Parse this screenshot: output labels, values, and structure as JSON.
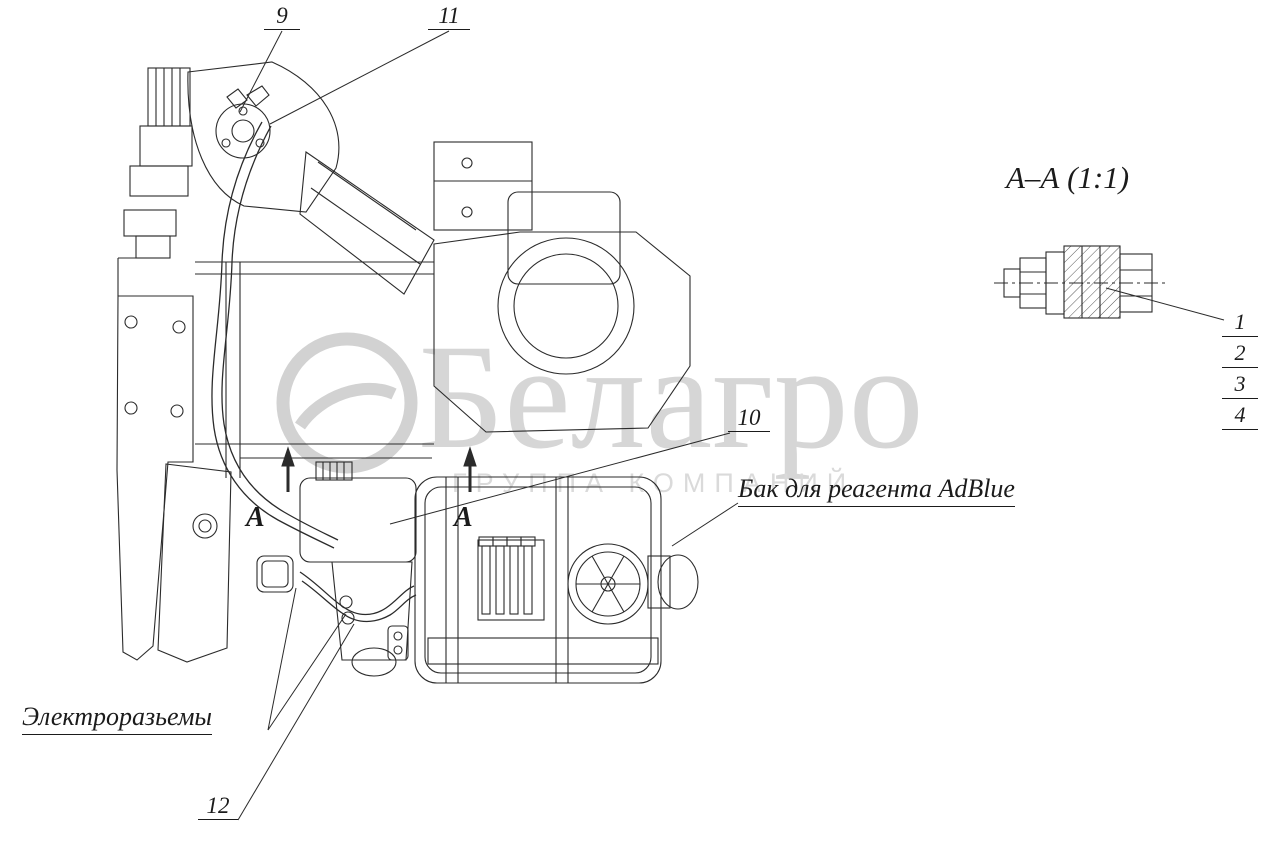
{
  "watermark": {
    "brand": "Белагро",
    "subtitle": "ГРУППА КОМПАНИЙ"
  },
  "section_view": {
    "label": "А–А (1:1)"
  },
  "callouts": {
    "c9": "9",
    "c10": "10",
    "c11": "11",
    "c12": "12"
  },
  "parts_list": [
    "1",
    "2",
    "3",
    "4"
  ],
  "labels": {
    "tank": "Бак для реагента AdBlue",
    "connectors": "Электроразьемы",
    "section_marker": "А"
  },
  "colors": {
    "line": "#2b2b2b",
    "watermark": "#d6d6d6"
  }
}
